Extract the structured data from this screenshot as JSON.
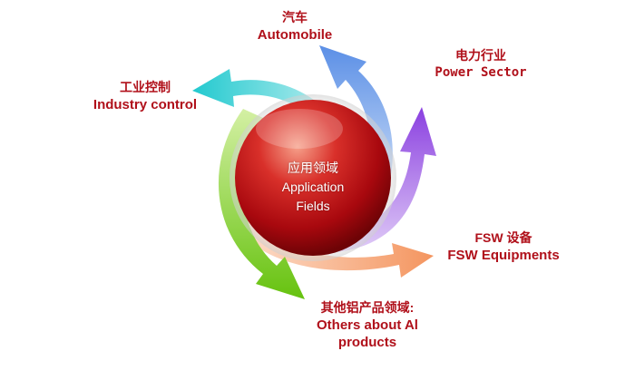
{
  "center": {
    "zh": "应用领域",
    "en_line1": "Application",
    "en_line2": "Fields"
  },
  "segments": [
    {
      "id": "automobile",
      "zh": "汽车",
      "en": "Automobile",
      "color": "#6aa0ee"
    },
    {
      "id": "power",
      "zh": "电力行业",
      "en": "Power Sector",
      "color": "#9a5ae6"
    },
    {
      "id": "fsw",
      "zh": "FSW 设备",
      "en": "FSW Equipments",
      "color": "#f7a57a"
    },
    {
      "id": "others",
      "zh": "其他铝产品领域:",
      "en_line1": "Others about Al",
      "en_line2": "products",
      "color": "#8cd224"
    },
    {
      "id": "industry",
      "zh": "工业控制",
      "en": "Industry control",
      "color": "#3dd3d8"
    }
  ],
  "label_color": "#b0101a",
  "sphere_color": "#c0111a"
}
